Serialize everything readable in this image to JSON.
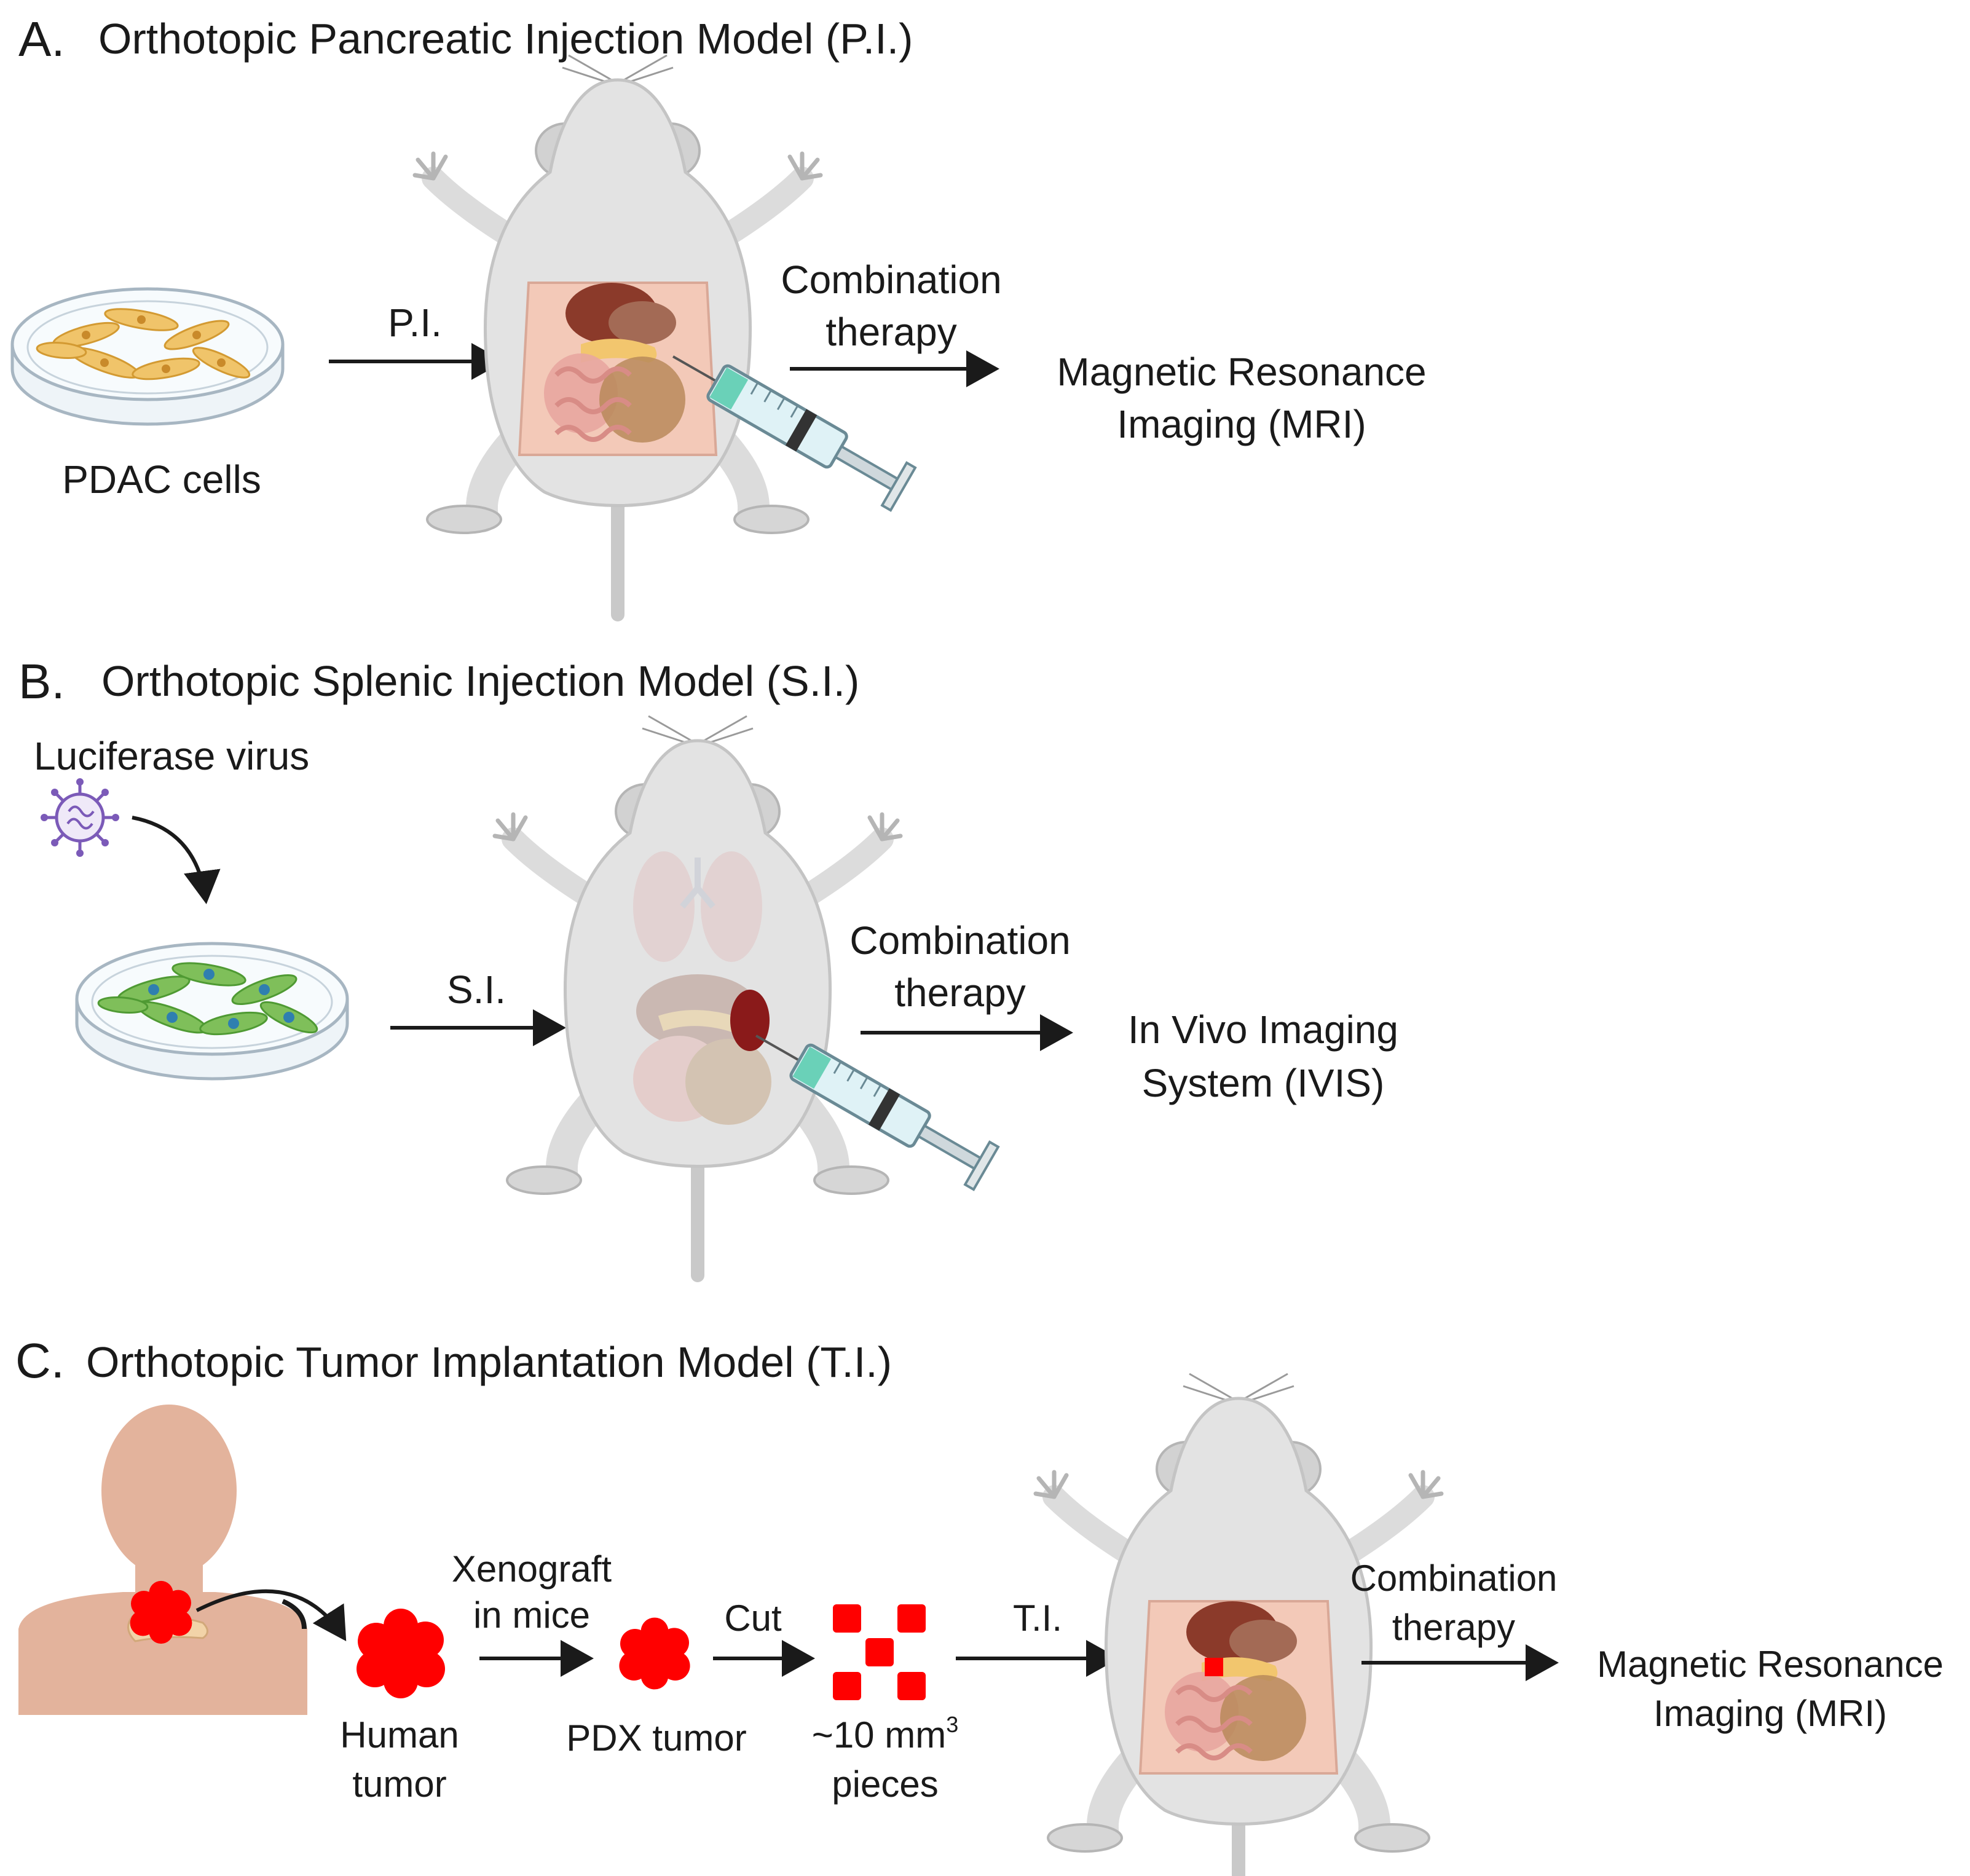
{
  "panel_a": {
    "letter": "A.",
    "title": "Orthotopic Pancreatic Injection Model (P.I.)",
    "dish_label": "PDAC cells",
    "arrow1_label": "P.I.",
    "arrow2_label_line1": "Combination",
    "arrow2_label_line2": "therapy",
    "result_line1": "Magnetic Resonance",
    "result_line2": "Imaging (MRI)"
  },
  "panel_b": {
    "letter": "B.",
    "title": "Orthotopic Splenic Injection Model (S.I.)",
    "virus_label": "Luciferase virus",
    "arrow1_label": "S.I.",
    "arrow2_label_line1": "Combination",
    "arrow2_label_line2": "therapy",
    "result_line1": "In Vivo Imaging",
    "result_line2": "System (IVIS)"
  },
  "panel_c": {
    "letter": "C.",
    "title": "Orthotopic Tumor Implantation Model (T.I.)",
    "arrow1_label_line1": "Xenograft",
    "arrow1_label_line2": "in mice",
    "human_tumor_line1": "Human",
    "human_tumor_line2": "tumor",
    "pdx_label": "PDX tumor",
    "arrow2_label": "Cut",
    "pieces_prefix": "~10 mm",
    "pieces_sup": "3",
    "pieces_line2": "pieces",
    "arrow3_label": "T.I.",
    "arrow4_label_line1": "Combination",
    "arrow4_label_line2": "therapy",
    "result_line1": "Magnetic Resonance",
    "result_line2": "Imaging (MRI)"
  },
  "colors": {
    "mouse_body": "#e3e3e3",
    "mouse_outline": "#c4c4c4",
    "cells_yellow": "#f0c46a",
    "cells_green": "#7fbf5a",
    "cell_nucleus_blue": "#2f7fb0",
    "tumor_red": "#ff0000",
    "human_skin": "#e3b39c",
    "virus_purple": "#7b5ab8",
    "spleen": "#8a1a1a",
    "arrow": "#1a1a1a"
  }
}
